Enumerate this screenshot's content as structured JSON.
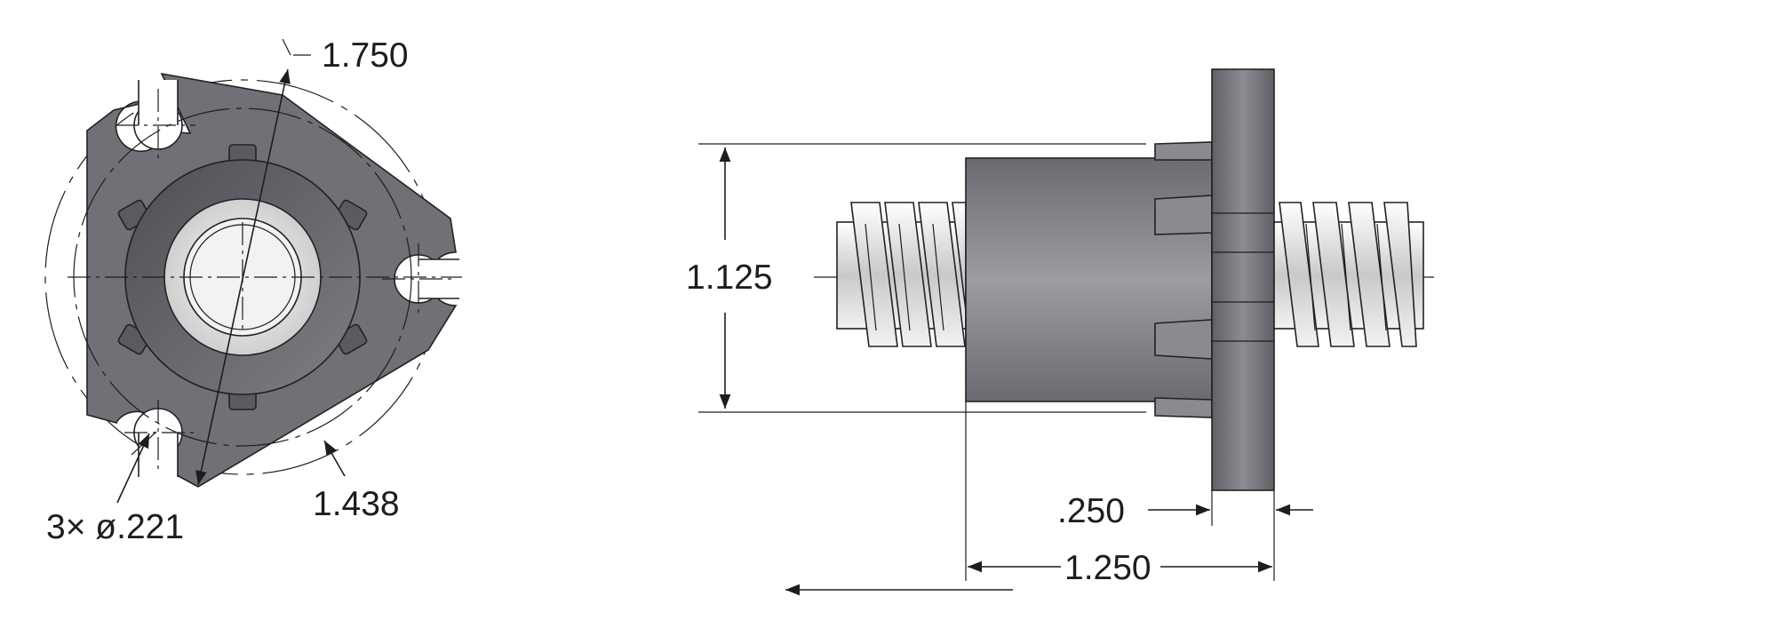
{
  "colors": {
    "body_dark": "#6f7075",
    "body_mid": "#8d8e92",
    "shaft_light": "#e4e4e4",
    "line": "#1d1d1d"
  },
  "dimensions": {
    "outer_diameter": "1.750",
    "hole_spec": "3× ø.221",
    "bolt_circle": "1.438",
    "body_diameter": "1.125",
    "flange_thickness": ".250",
    "overall_length": "1.250"
  }
}
